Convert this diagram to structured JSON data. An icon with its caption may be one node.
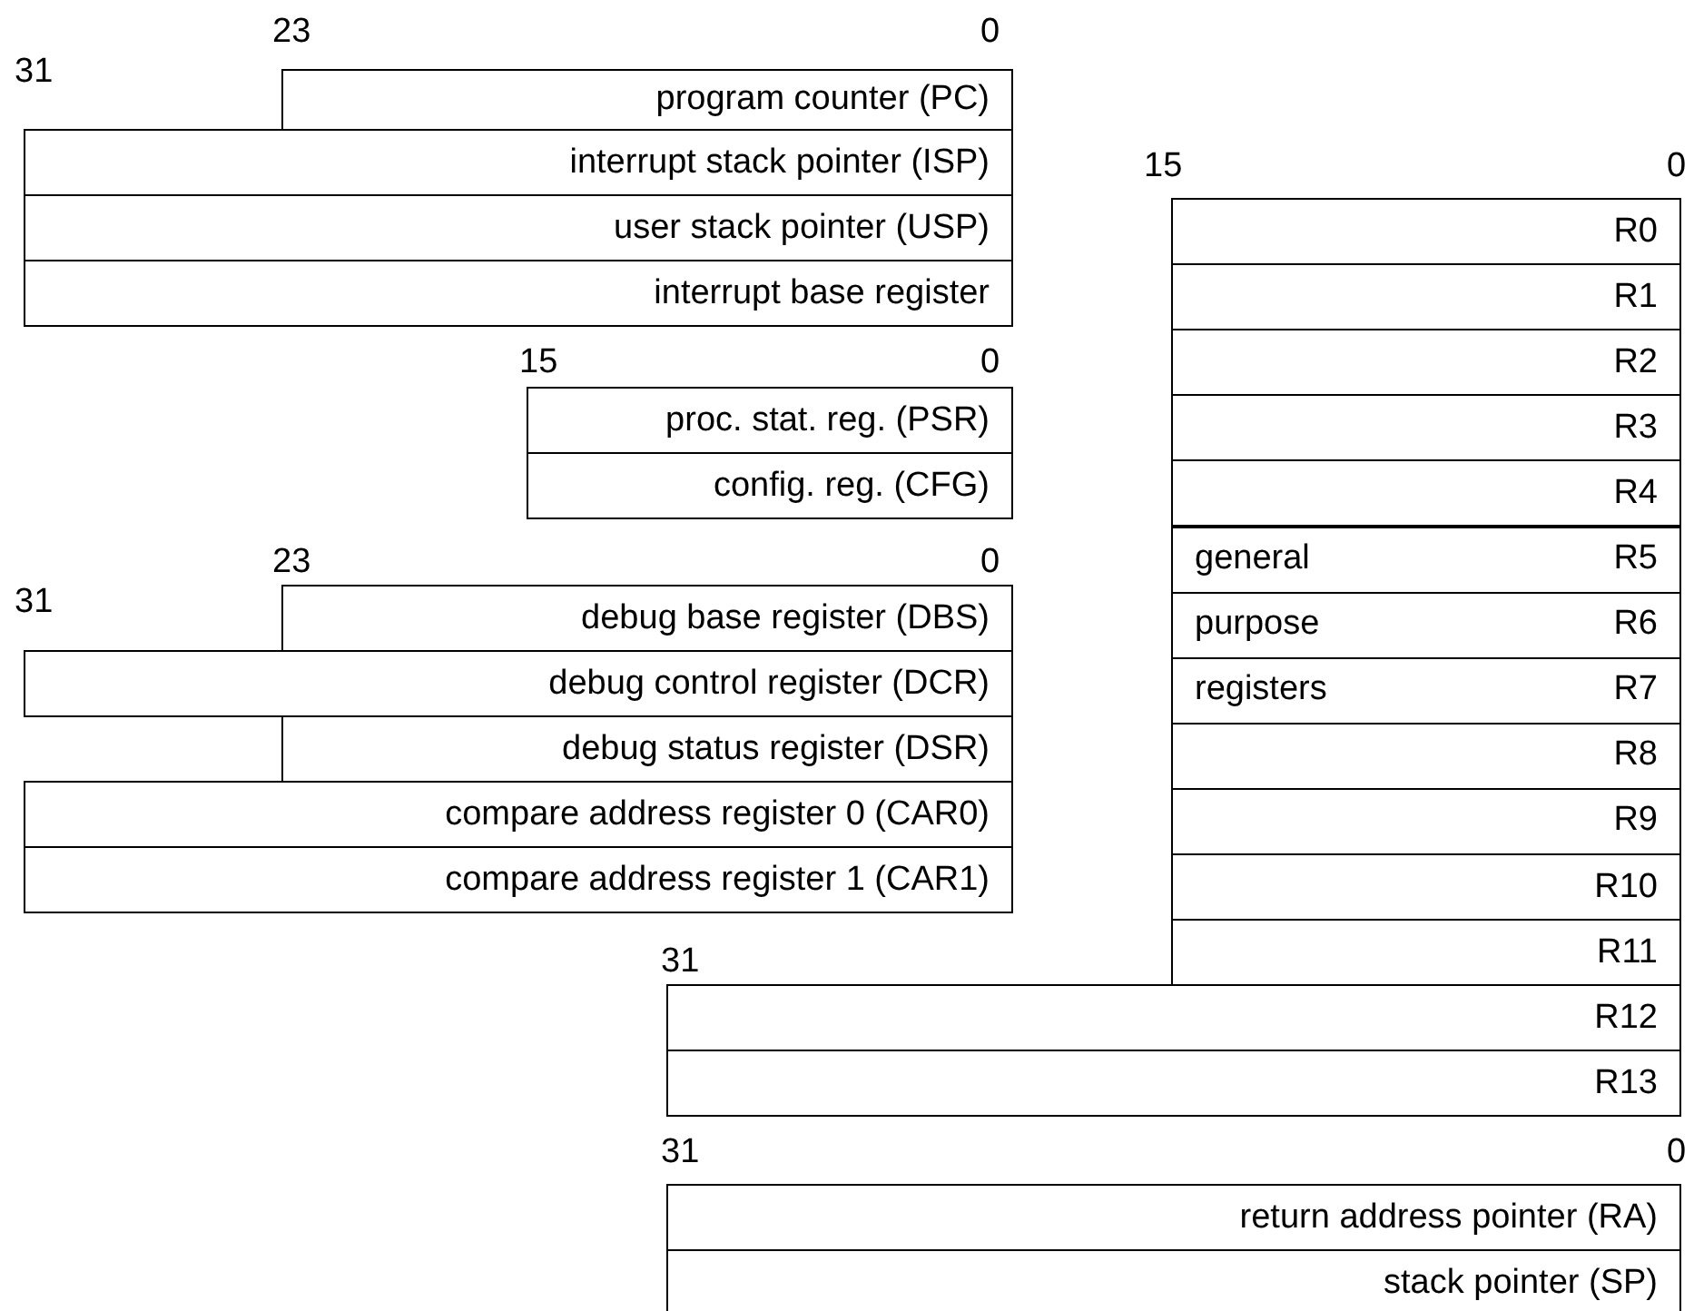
{
  "diagram": {
    "nodes": [
      {
        "text": [
          "program counter (PC)"
        ]
      },
      {
        "text": [
          "interrupt stack pointer (ISP)"
        ]
      },
      {
        "text": [
          "user stack pointer (USP)"
        ]
      },
      {
        "text": [
          "interrupt base register"
        ]
      },
      {
        "text": [
          "proc. stat. reg. (PSR)"
        ]
      },
      {
        "text": [
          "config. reg. (CFG)"
        ]
      },
      {
        "text": [
          "debug base register (DBS)"
        ]
      },
      {
        "text": [
          "debug control register (DCR)"
        ]
      },
      {
        "text": [
          "debug status register (DSR)"
        ]
      },
      {
        "text": [
          "compare address register 0 (CAR0)"
        ]
      },
      {
        "text": [
          "compare address register 1 (CAR1)"
        ]
      },
      {
        "text": [
          "R0"
        ]
      },
      {
        "text": [
          "R1"
        ]
      },
      {
        "text": [
          "R2"
        ]
      },
      {
        "text": [
          "R3"
        ]
      },
      {
        "text": [
          "R4"
        ]
      },
      {
        "text": [
          "general",
          "R5"
        ]
      },
      {
        "text": [
          "purpose",
          "R6"
        ]
      },
      {
        "text": [
          "registers",
          "R7"
        ]
      },
      {
        "text": [
          "R8"
        ]
      },
      {
        "text": [
          "R9"
        ]
      },
      {
        "text": [
          "R10"
        ]
      },
      {
        "text": [
          "R11"
        ]
      },
      {
        "text": [
          "R12"
        ]
      },
      {
        "text": [
          "R13"
        ]
      },
      {
        "text": [
          "return address pointer (RA)"
        ]
      },
      {
        "text": [
          "stack pointer (SP)"
        ]
      }
    ],
    "edges": [],
    "labels": [
      "23",
      "0",
      "31",
      "15",
      "0",
      "15",
      "0",
      "23",
      "0",
      "31",
      "31",
      "31",
      "0"
    ]
  }
}
